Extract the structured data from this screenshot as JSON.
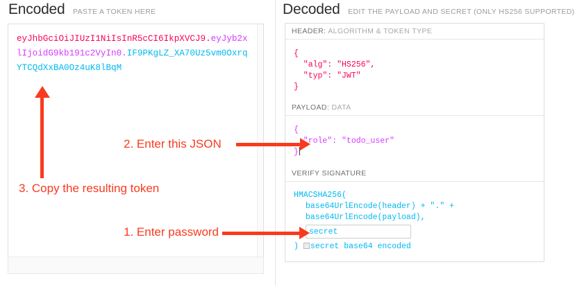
{
  "encoded": {
    "title": "Encoded",
    "subtitle": "PASTE A TOKEN HERE",
    "token": {
      "header": "eyJhbGciOiJIUzI1NiIsInR5cCI6IkpXVCJ9",
      "separator1": ".",
      "payload": "eyJyb2xlIjoidG9kb191c2VyIn0",
      "separator2": ".",
      "signature": "IF9PKgLZ_XA70Uz5vm0OxrqYTCQdXxBA0Oz4uK8lBqM"
    },
    "colors": {
      "header": "#fb015b",
      "payload": "#d63aff",
      "signature": "#00b9f1"
    }
  },
  "decoded": {
    "title": "Decoded",
    "subtitle": "EDIT THE PAYLOAD AND SECRET (ONLY HS256 SUPPORTED)",
    "sections": {
      "header": {
        "label_strong": "HEADER:",
        "label_rest": "ALGORITHM & TOKEN TYPE",
        "content": "{\n  \"alg\": \"HS256\",\n  \"typ\": \"JWT\"\n}"
      },
      "payload": {
        "label_strong": "PAYLOAD:",
        "label_rest": "DATA",
        "content": "{\n  \"role\": \"todo_user\"\n}"
      },
      "signature": {
        "label_strong": "VERIFY SIGNATURE",
        "label_rest": "",
        "line1": "HMACSHA256(",
        "line2": "base64UrlEncode(header) + \".\" +",
        "line3": "base64UrlEncode(payload),",
        "secret_value": "secret",
        "closing_paren": ")",
        "base64_label": "secret base64 encoded"
      }
    }
  },
  "annotations": {
    "step1": "1. Enter password",
    "step2": "2. Enter this JSON",
    "step3": "3. Copy the resulting token",
    "color": "#f93a1e"
  }
}
